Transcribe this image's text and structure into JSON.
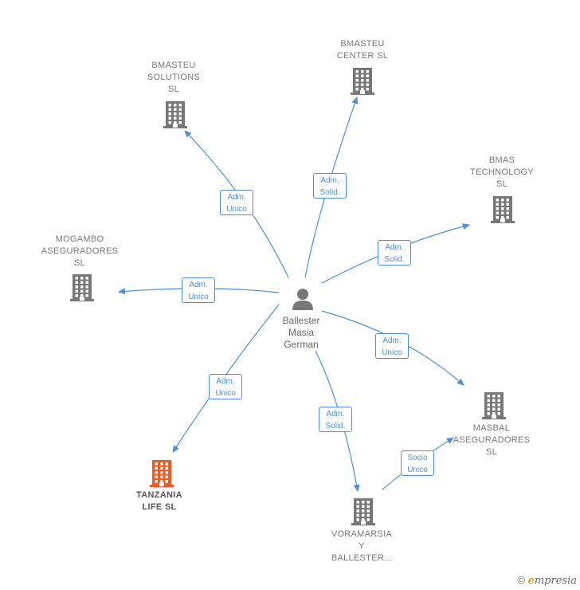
{
  "colors": {
    "edge": "#4a90d9",
    "building": "#777777",
    "building_highlight": "#f15a24",
    "person": "#777777"
  },
  "center": {
    "label": "Ballester\nMasia\nGerman",
    "icon": "person-icon"
  },
  "nodes": [
    {
      "id": "bmasteu-solutions",
      "label": "BMASTEU\nSOLUTIONS\nSL",
      "icon": "building-icon"
    },
    {
      "id": "bmasteu-center",
      "label": "BMASTEU\nCENTER  SL",
      "icon": "building-icon"
    },
    {
      "id": "bmas-technology",
      "label": "BMAS\nTECHNOLOGY\nSL",
      "icon": "building-icon"
    },
    {
      "id": "mogambo",
      "label": "MOGAMBO\nASEGURADORES\nSL",
      "icon": "building-icon"
    },
    {
      "id": "masbal",
      "label": "MASBAL\nASEGURADORES\nSL",
      "icon": "building-icon"
    },
    {
      "id": "tanzania",
      "label": "TANZANIA\nLIFE  SL",
      "icon": "building-icon",
      "highlight": true
    },
    {
      "id": "voramarsia",
      "label": "VORAMARSIA\nY\nBALLESTER...",
      "icon": "building-icon"
    }
  ],
  "edges": [
    {
      "id": "e1",
      "line1": "Adm.",
      "line2": "Unico"
    },
    {
      "id": "e2",
      "line1": "Adm.",
      "line2": "Solid."
    },
    {
      "id": "e3",
      "line1": "Adm.",
      "line2": "Solid."
    },
    {
      "id": "e4",
      "line1": "Adm.",
      "line2": "Unico"
    },
    {
      "id": "e5",
      "line1": "Adm.",
      "line2": "Unico"
    },
    {
      "id": "e6",
      "line1": "Adm.",
      "line2": "Unico"
    },
    {
      "id": "e7",
      "line1": "Adm.",
      "line2": "Solid."
    },
    {
      "id": "e8",
      "line1": "Socio",
      "line2": "Único"
    }
  ],
  "footer": {
    "copyright": "©",
    "brand_initial": "e",
    "brand_rest": "mpresia"
  }
}
